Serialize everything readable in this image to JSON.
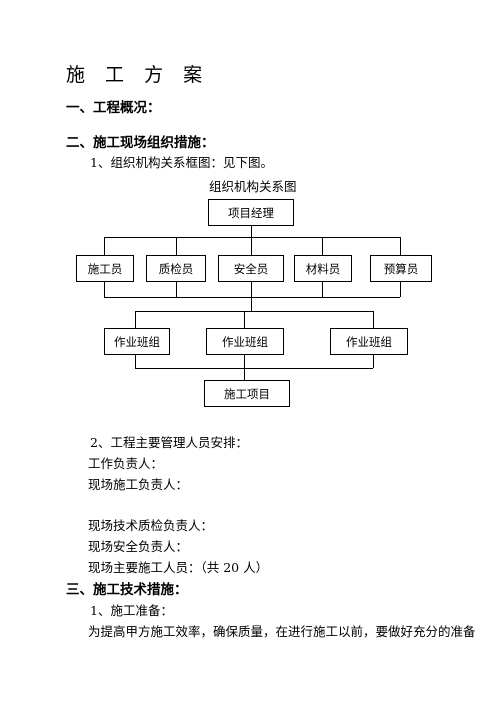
{
  "title": "施 工 方 案",
  "section1": {
    "heading": "一、工程概况："
  },
  "section2": {
    "heading": "二、施工现场组织措施：",
    "item1": "1、组织机构关系框图：见下图。",
    "chart_title": "组织机构关系图",
    "org": {
      "top": "项目经理",
      "roles": [
        "施工员",
        "质检员",
        "安全员",
        "材料员",
        "预算员"
      ],
      "teams": [
        "作业班组",
        "作业班组",
        "作业班组"
      ],
      "bottom": "施工项目"
    },
    "item2": "2、工程主要管理人员安排：",
    "lines": [
      "工作负责人：",
      "现场施工负责人：",
      "现场技术质检负责人：",
      "现场安全负责人：",
      "现场主要施工人员：（共 20 人）"
    ]
  },
  "section3": {
    "heading": "三、施工技术措施：",
    "item1": "1、施工准备：",
    "para": "为提高甲方施工效率，确保质量，在进行施工以前，要做好充分的准备"
  }
}
